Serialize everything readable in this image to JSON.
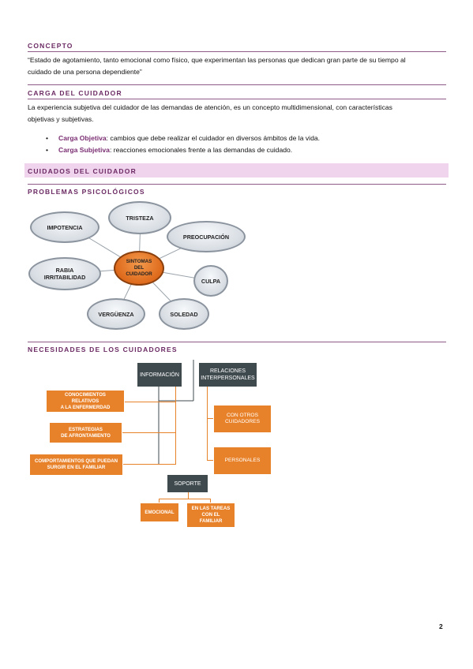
{
  "concepto": {
    "heading": "CONCEPTO",
    "line1": "“Estado de agotamiento, tanto emocional como físico, que experimentan las personas que dedican gran parte de su tiempo al",
    "line2": "cuidado de una persona dependiente”"
  },
  "carga": {
    "heading": "CARGA DEL CUIDADOR",
    "line1": "La experiencia subjetiva del cuidador de las demandas de atención, es un concepto multidimensional, con características",
    "line2": "objetivas y subjetivas.",
    "bullets": [
      {
        "term": "Carga Objetiva",
        "text": ": cambios que debe realizar el cuidador en diversos ámbitos de la vida."
      },
      {
        "term": "Carga Subjetiva",
        "text": ": reacciones emocionales frente a las demandas de cuidado."
      }
    ]
  },
  "cuidados": {
    "heading": "CUIDADOS DEL CUIDADOR"
  },
  "problemas": {
    "heading": "PROBLEMAS PSICOLÓGICOS",
    "center": [
      "SINTOMAS",
      "DEL",
      "CUIDADOR"
    ],
    "nodes": {
      "impotencia": "IMPOTENCIA",
      "tristeza": "TRISTEZA",
      "preocupacion": "PREOCUPACIÓN",
      "rabia": [
        "RABIA",
        "IRRITABILIDAD"
      ],
      "culpa": "CULPA",
      "verguenza": "VERGÜENZA",
      "soledad": "SOLEDAD"
    }
  },
  "necesidades": {
    "heading": "NECESIDADES DE LOS CUIDADORES",
    "informacion": "INFORMACIÓN",
    "relaciones": [
      "RELACIONES",
      "INTERPERSONALES"
    ],
    "conocimientos": [
      "CONOCIMIENTOS",
      "RELATIVOS",
      "A LA ENFERMERDAD"
    ],
    "estrategias": [
      "ESTRATEGIAS",
      "DE AFRONTAMIENTO"
    ],
    "comportamientos": [
      "COMPORTAMIENTOS QUE PUEDAN",
      "SURGIR EN EL FAMILIAR"
    ],
    "con_otros": [
      "CON OTROS",
      "CUIDADORES"
    ],
    "personales": "PERSONALES",
    "soporte": "SOPORTE",
    "emocional": "EMOCIONAL",
    "tareas": [
      "EN LAS TAREAS",
      "CON EL",
      "FAMILIAR"
    ]
  },
  "page_number": "2",
  "colors": {
    "accent": "#6b2a63",
    "band": "#f0d3ed",
    "orange": "#e8822a",
    "dark": "#3f4a4f"
  }
}
